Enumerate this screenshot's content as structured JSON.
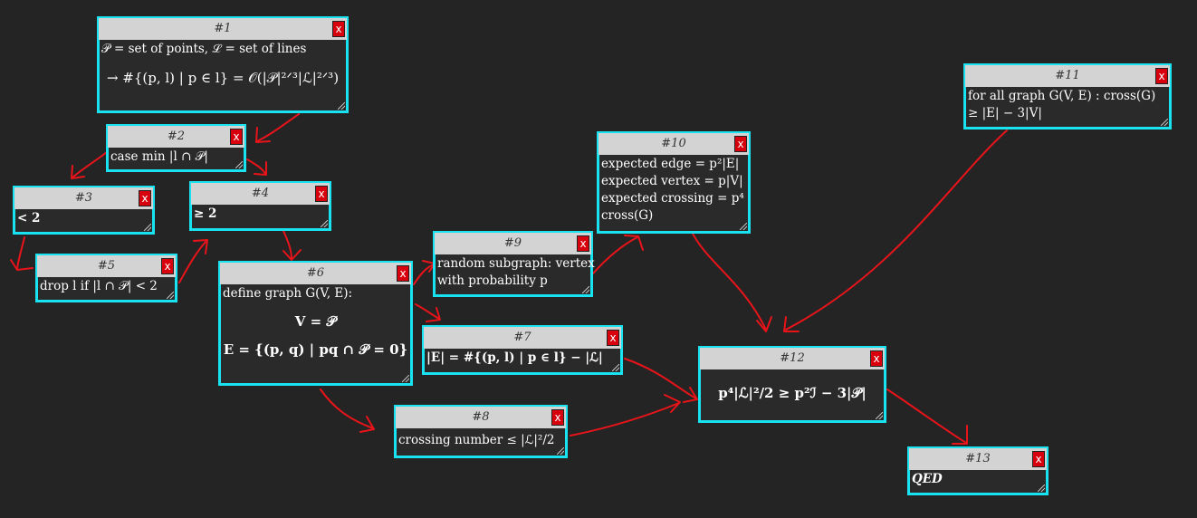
{
  "nodes": {
    "n1": {
      "title": "#1",
      "lines": [
        "𝒫 = set of points, ℒ = set of lines",
        "→ #{(p, l) | p ∈ l} = 𝒪(|𝒫|²ᐟ³|ℒ|²ᐟ³)"
      ]
    },
    "n2": {
      "title": "#2",
      "lines": [
        "case min |l ∩ 𝒫|"
      ]
    },
    "n3": {
      "title": "#3",
      "lines": [
        "< 2"
      ]
    },
    "n4": {
      "title": "#4",
      "lines": [
        "≥ 2"
      ]
    },
    "n5": {
      "title": "#5",
      "lines": [
        "drop l if |l ∩ 𝒫| < 2"
      ]
    },
    "n6": {
      "title": "#6",
      "lines": [
        "define graph G(V, E):",
        "V = 𝒫",
        "E = {(p, q) | pq ∩ 𝒫 = 0}"
      ]
    },
    "n7": {
      "title": "#7",
      "lines": [
        "|E| = #{(p, l) | p ∈ l} − |ℒ|"
      ]
    },
    "n8": {
      "title": "#8",
      "lines": [
        "crossing number ≤ |ℒ|²/2"
      ]
    },
    "n9": {
      "title": "#9",
      "lines": [
        "random subgraph: vertex",
        "with probability p"
      ]
    },
    "n10": {
      "title": "#10",
      "lines": [
        "expected edge = p²|E|",
        "expected vertex = p|V|",
        "expected crossing = p⁴",
        "cross(G)"
      ]
    },
    "n11": {
      "title": "#11",
      "lines": [
        "for all graph G(V, E) : cross(G)",
        "≥ |E| − 3|V|"
      ]
    },
    "n12": {
      "title": "#12",
      "lines": [
        "p⁴|ℒ|²/2 ≥ p²ℐ − 3|𝒫|"
      ]
    },
    "n13": {
      "title": "#13",
      "lines": [
        "QED"
      ]
    }
  },
  "close_label": "x",
  "colors": {
    "background": "#242424",
    "node_border": "#19e3f0",
    "header": "#d3d3d3",
    "close_button": "#d8000c",
    "arrow": "#e8141a"
  }
}
